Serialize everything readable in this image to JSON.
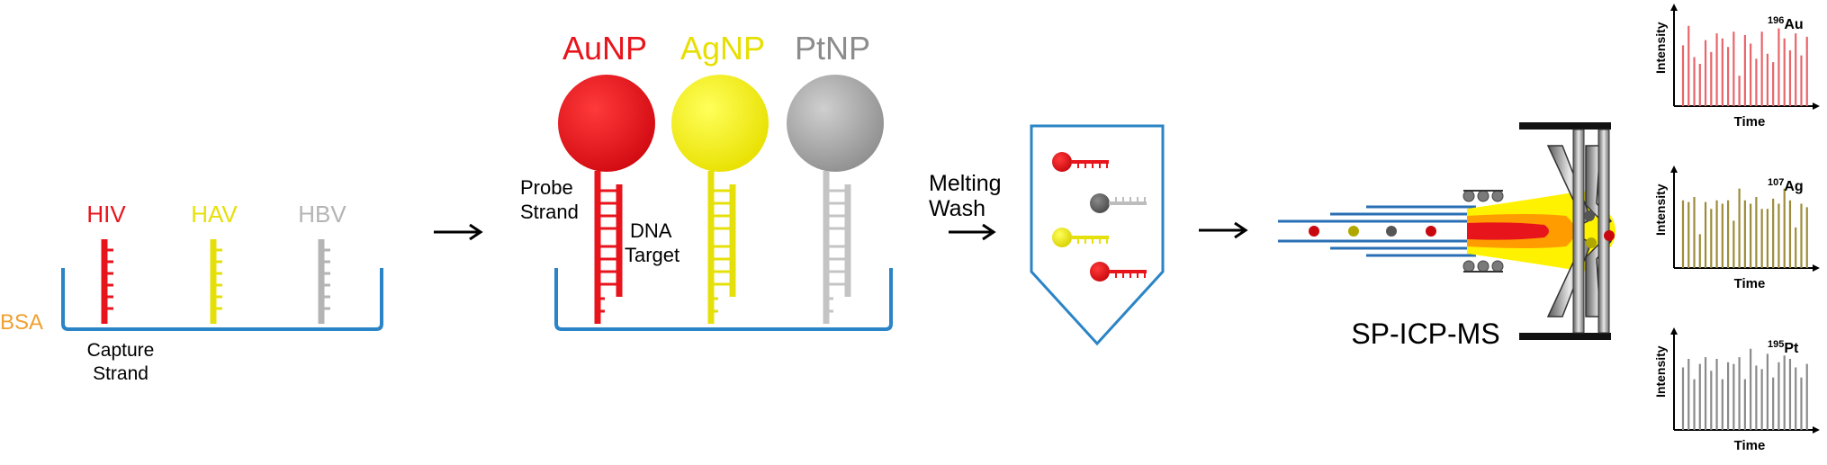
{
  "panel1": {
    "targets": [
      {
        "label": "HIV",
        "color": "#e8141c"
      },
      {
        "label": "HAV",
        "color": "#e6e00a"
      },
      {
        "label": "HBV",
        "color": "#b4b4b4"
      }
    ],
    "bsa_label": "BSA",
    "bsa_color": "#f0a030",
    "capture_line1": "Capture",
    "capture_line2": "Strand",
    "well_color": "#2a84c6"
  },
  "panel2": {
    "particles": [
      {
        "label": "AuNP",
        "color": "#e8141c",
        "label_color": "#e8141c"
      },
      {
        "label": "AgNP",
        "color": "#f4ee00",
        "label_color": "#e6df00"
      },
      {
        "label": "PtNP",
        "color": "#a8a8a8",
        "label_color": "#8c8c8c"
      }
    ],
    "probe_line1": "Probe",
    "probe_line2": "Strand",
    "dna_line1": "DNA",
    "dna_line2": "Target"
  },
  "step_labels": {
    "melting": "Melting",
    "wash": "Wash"
  },
  "instrument_label": "SP-ICP-MS",
  "spectra": [
    {
      "isotope_mass": "196",
      "element": "Au",
      "color": "#e8656a",
      "ylabel": "Intensity",
      "xlabel": "Time",
      "values": [
        0.72,
        0.95,
        0.58,
        0.5,
        0.78,
        0.64,
        0.86,
        0.8,
        0.7,
        0.88,
        0.36,
        0.84,
        0.74,
        0.56,
        0.88,
        0.62,
        0.52,
        0.92,
        0.8,
        0.66,
        0.86,
        0.6,
        0.82
      ]
    },
    {
      "isotope_mass": "107",
      "element": "Ag",
      "color": "#9c8c3a",
      "ylabel": "Intensity",
      "xlabel": "Time",
      "values": [
        0.8,
        0.78,
        0.84,
        0.4,
        0.78,
        0.7,
        0.8,
        0.76,
        0.8,
        0.56,
        0.94,
        0.8,
        0.76,
        0.84,
        0.7,
        0.7,
        0.82,
        0.76,
        0.94,
        0.8,
        0.48,
        0.76,
        0.72
      ]
    },
    {
      "isotope_mass": "195",
      "element": "Pt",
      "color": "#8a8a8a",
      "ylabel": "Intensity",
      "xlabel": "Time",
      "values": [
        0.74,
        0.84,
        0.6,
        0.78,
        0.86,
        0.7,
        0.84,
        0.6,
        0.8,
        0.78,
        0.86,
        0.6,
        0.96,
        0.76,
        0.72,
        0.9,
        0.62,
        0.8,
        0.88,
        0.84,
        0.74,
        0.62,
        0.78
      ]
    }
  ]
}
